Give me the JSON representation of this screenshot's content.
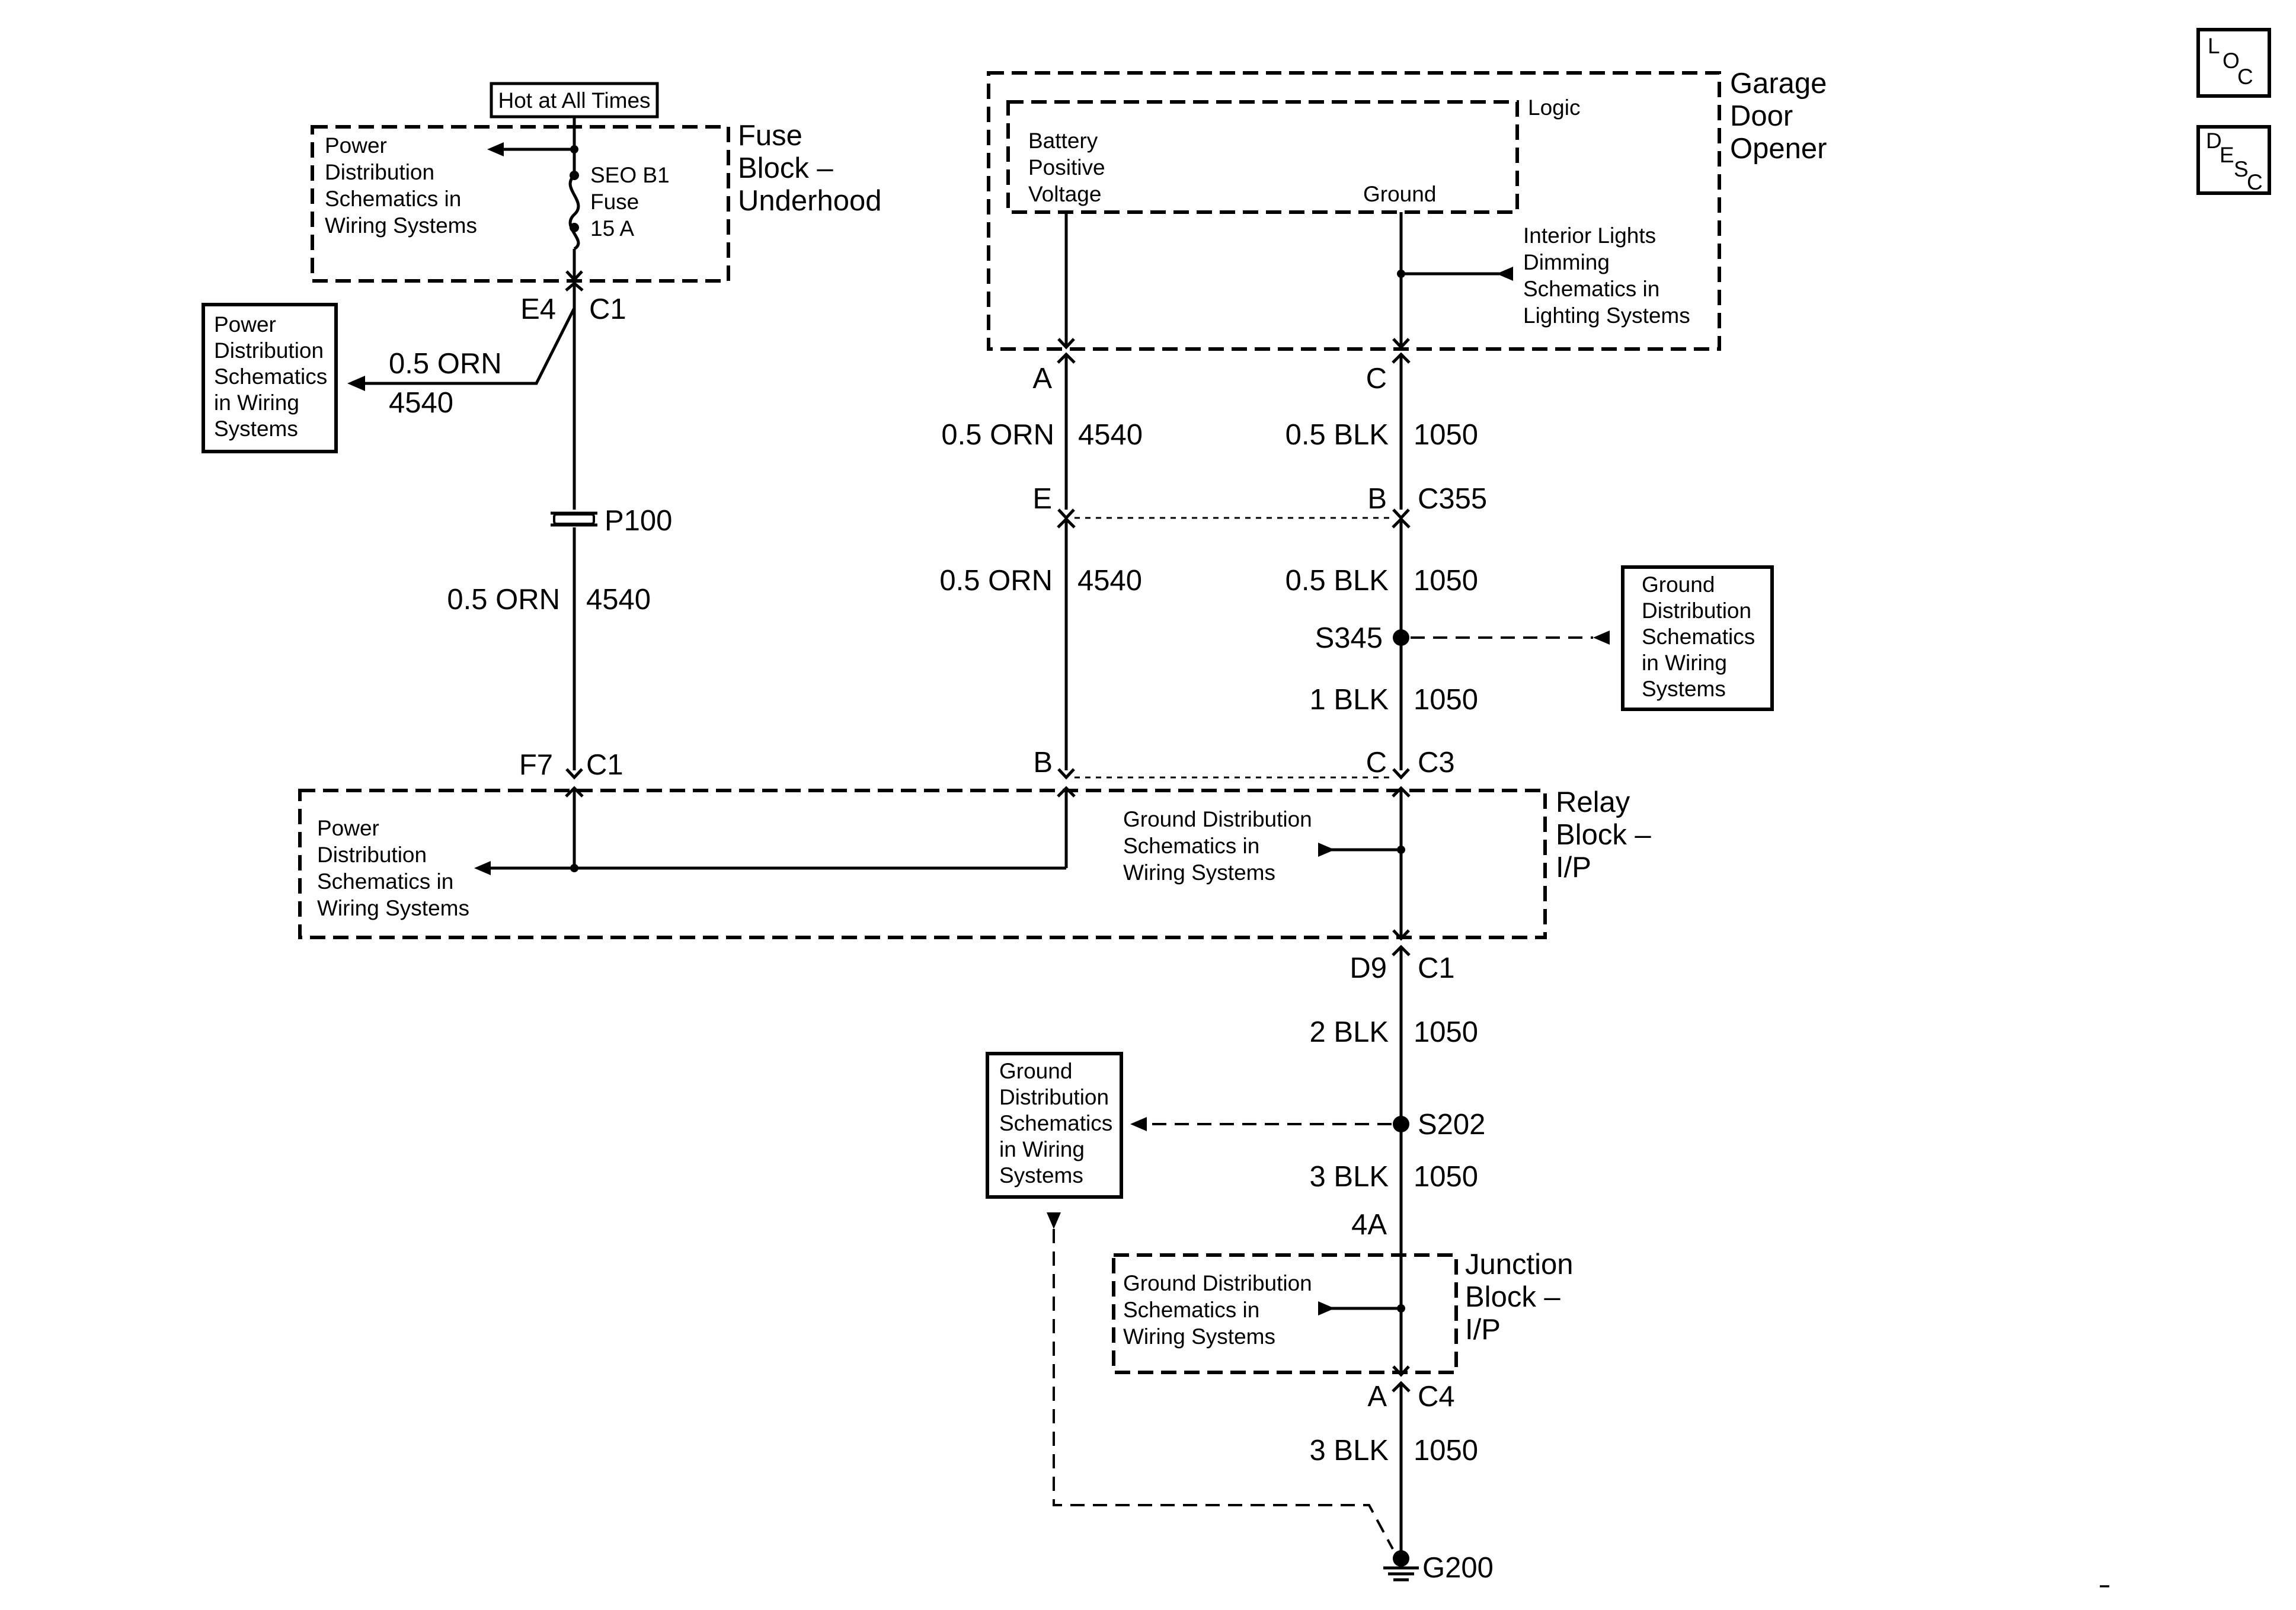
{
  "icons": {
    "loc": [
      "L",
      "O",
      "C"
    ],
    "desc": [
      "D",
      "E",
      "S",
      "C"
    ]
  },
  "fuse_block": {
    "title": [
      "Fuse",
      "Block –",
      "Underhood"
    ],
    "hot_label": "Hot at All Times",
    "ref_text": [
      "Power",
      "Distribution",
      "Schematics in",
      "Wiring Systems"
    ],
    "fuse_text": [
      "SEO B1",
      "Fuse",
      "15 A"
    ]
  },
  "pd_box_left": [
    "Power",
    "Distribution",
    "Schematics",
    "in Wiring",
    "Systems"
  ],
  "garage": {
    "title": [
      "Garage",
      "Door",
      "Opener"
    ],
    "logic_label": "Logic",
    "battery_label": [
      "Battery",
      "Positive",
      "Voltage"
    ],
    "ground_label": "Ground",
    "interior_ref": [
      "Interior Lights",
      "Dimming",
      "Schematics in",
      "Lighting Systems"
    ]
  },
  "relay_block": {
    "title": [
      "Relay",
      "Block –",
      "I/P"
    ],
    "power_ref": [
      "Power",
      "Distribution",
      "Schematics in",
      "Wiring Systems"
    ],
    "ground_ref": [
      "Ground Distribution",
      "Schematics in",
      "Wiring Systems"
    ]
  },
  "junction_block": {
    "title": [
      "Junction",
      "Block –",
      "I/P"
    ],
    "ground_ref": [
      "Ground Distribution",
      "Schematics in",
      "Wiring Systems"
    ]
  },
  "gd_box_right": [
    "Ground",
    "Distribution",
    "Schematics",
    "in Wiring",
    "Systems"
  ],
  "gd_box_left": [
    "Ground",
    "Distribution",
    "Schematics",
    "in Wiring",
    "Systems"
  ],
  "connectors": {
    "e4": "E4",
    "c1_top": "C1",
    "f7": "F7",
    "c1_relay": "C1",
    "a": "A",
    "c_top": "C",
    "e": "E",
    "b_c355": "B",
    "c355": "C355",
    "b_relay": "B",
    "c_relay": "C",
    "c3": "C3",
    "d9": "D9",
    "c1_d9": "C1",
    "fourA": "4A",
    "a_c4": "A",
    "c4": "C4",
    "p100": "P100",
    "s345": "S345",
    "s202": "S202",
    "g200": "G200"
  },
  "wires": {
    "w_branch_gauge": "0.5 ORN",
    "w_branch_circuit": "4540",
    "w_p100_gauge": "0.5 ORN",
    "w_p100_circuit": "4540",
    "w_a_gauge": "0.5 ORN",
    "w_a_circuit": "4540",
    "w_e_gauge": "0.5 ORN",
    "w_e_circuit": "4540",
    "w_c_gauge": "0.5 BLK",
    "w_c_circuit": "1050",
    "w_b_gauge": "0.5 BLK",
    "w_b_circuit": "1050",
    "w_s345_gauge": "1 BLK",
    "w_s345_circuit": "1050",
    "w_d9_gauge": "2 BLK",
    "w_d9_circuit": "1050",
    "w_s202_gauge": "3 BLK",
    "w_s202_circuit": "1050",
    "w_c4_gauge": "3 BLK",
    "w_c4_circuit": "1050"
  }
}
